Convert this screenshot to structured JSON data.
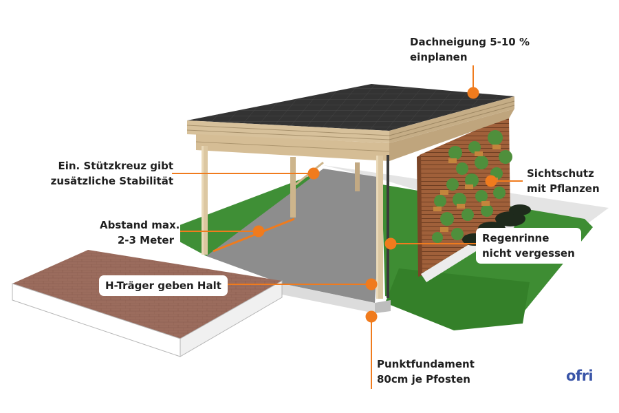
{
  "callouts": {
    "roof_slope": {
      "line1": "Dachneigung 5-10 %",
      "line2": "einplanen"
    },
    "cross_brace": {
      "line1": "Ein. Stützkreuz gibt",
      "line2": "zusätzliche Stabilität"
    },
    "privacy_screen": {
      "line1": "Sichtschutz",
      "line2": "mit Pflanzen"
    },
    "spacing": {
      "line1": "Abstand max.",
      "line2": "2-3 Meter"
    },
    "gutter": {
      "line1": "Regenrinne",
      "line2": "nicht vergessen"
    },
    "h_beam": {
      "line1": "H-Träger geben Halt"
    },
    "foundation": {
      "line1": "Punktfundament",
      "line2": "80cm je Pfosten"
    }
  },
  "brand": {
    "logo": "ofri"
  },
  "colors": {
    "accent": "#f07b1d",
    "wood": "#d9c4a0",
    "roof": "#2f2f2f",
    "grass": "#3f8f35",
    "concrete": "#8c8c8c",
    "paving": "#9a6b5c",
    "screen": "#9a5a35",
    "brand": "#3a55a8"
  }
}
